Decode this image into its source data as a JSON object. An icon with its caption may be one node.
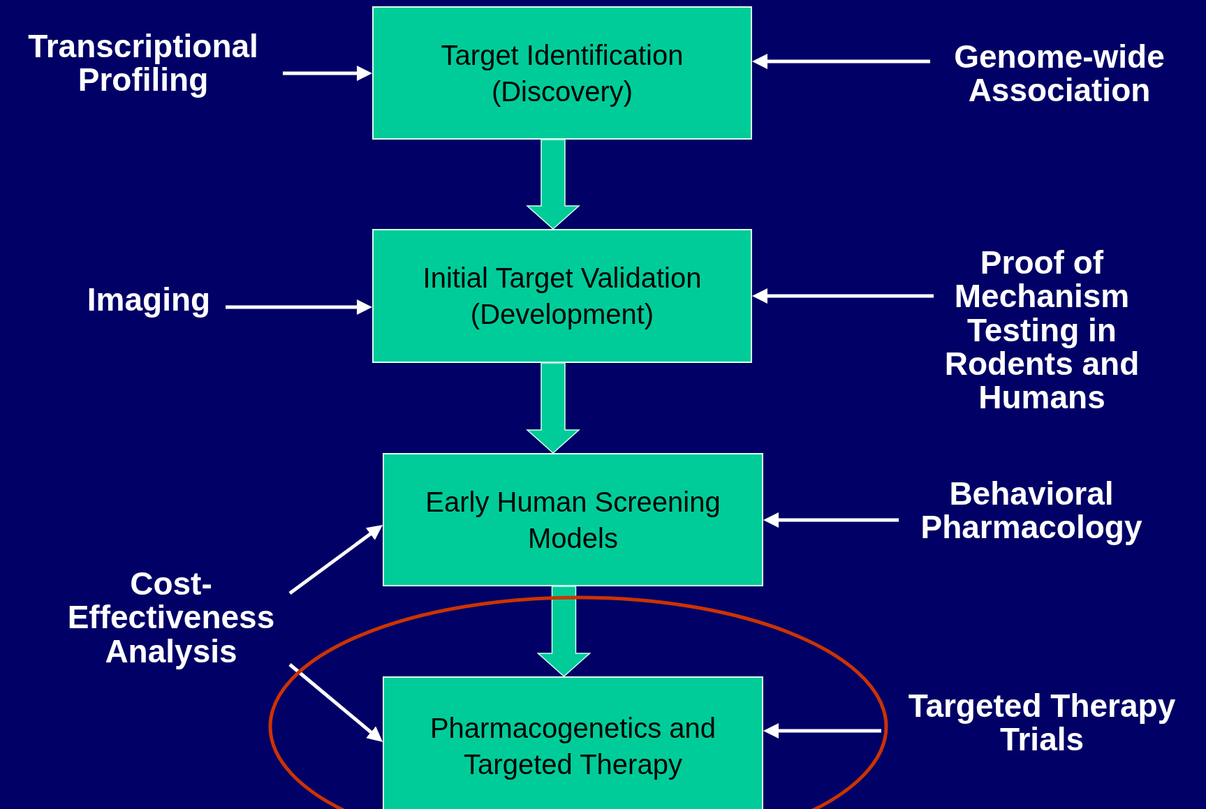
{
  "diagram": {
    "nodes": [
      {
        "text": [
          "Transcriptional Profiling"
        ]
      },
      {
        "text": [
          "Target Identification (Discovery)"
        ]
      },
      {
        "text": [
          "Genome-wide Association"
        ]
      },
      {
        "text": [
          "Imaging"
        ]
      },
      {
        "text": [
          "Initial Target Validation (Development)"
        ]
      },
      {
        "text": [
          "Proof of Mechanism Testing in Rodents and Humans"
        ]
      },
      {
        "text": [
          "Early Human Screening Models"
        ]
      },
      {
        "text": [
          "Behavioral Pharmacology"
        ]
      },
      {
        "text": [
          "Cost-Effectiveness Analysis"
        ]
      },
      {
        "text": [
          "Pharmacogenetics and Targeted Therapy"
        ]
      },
      {
        "text": [
          "Targeted Therapy Trials"
        ]
      }
    ],
    "edges": [
      {
        "from": 0,
        "to": 1,
        "arrow": "to"
      },
      {
        "from": 2,
        "to": 1,
        "arrow": "to"
      },
      {
        "from": 1,
        "to": 4,
        "arrow": "to",
        "style": "thick",
        "color": "#00cc99"
      },
      {
        "from": 3,
        "to": 4,
        "arrow": "to"
      },
      {
        "from": 5,
        "to": 4,
        "arrow": "to"
      },
      {
        "from": 4,
        "to": 6,
        "arrow": "to",
        "style": "thick",
        "color": "#00cc99"
      },
      {
        "from": 7,
        "to": 6,
        "arrow": "to"
      },
      {
        "from": 8,
        "to": 6,
        "arrow": "to"
      },
      {
        "from": 6,
        "to": 9,
        "arrow": "to",
        "style": "thick",
        "color": "#00cc99"
      },
      {
        "from": 8,
        "to": 9,
        "arrow": "to"
      },
      {
        "from": 10,
        "to": 9,
        "arrow": "to"
      }
    ]
  }
}
